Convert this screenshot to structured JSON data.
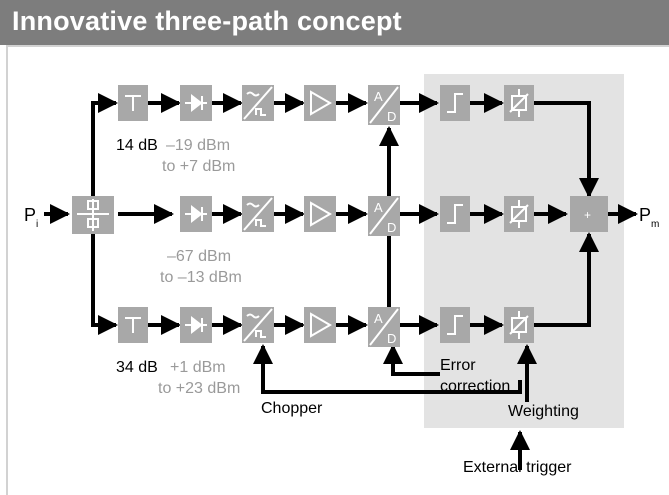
{
  "title": "Innovative three-path concept",
  "colors": {
    "title_bar": "#7d7d7d",
    "block": "#a8a8a8",
    "panel": "#e3e3e3",
    "wire": "#000000",
    "gray_text": "#9a9a9a"
  },
  "ports": {
    "input_label": "P",
    "input_sub": "i",
    "output_label": "P",
    "output_sub": "m"
  },
  "paths": [
    {
      "attenuation": "14 dB",
      "range_line1": "–19 dBm",
      "range_line2": "to +7 dBm"
    },
    {
      "attenuation": "",
      "range_line1": "–67 dBm",
      "range_line2": "to –13 dBm"
    },
    {
      "attenuation": "34 dB",
      "range_line1": "+1 dBm",
      "range_line2": "to +23 dBm"
    }
  ],
  "blocks": {
    "adc_top": "A",
    "adc_bottom": "D",
    "summer": "+"
  },
  "labels": {
    "chopper": "Chopper",
    "error_line1": "Error",
    "error_line2": "correction",
    "weighting": "Weighting",
    "external_trigger": "External trigger"
  }
}
